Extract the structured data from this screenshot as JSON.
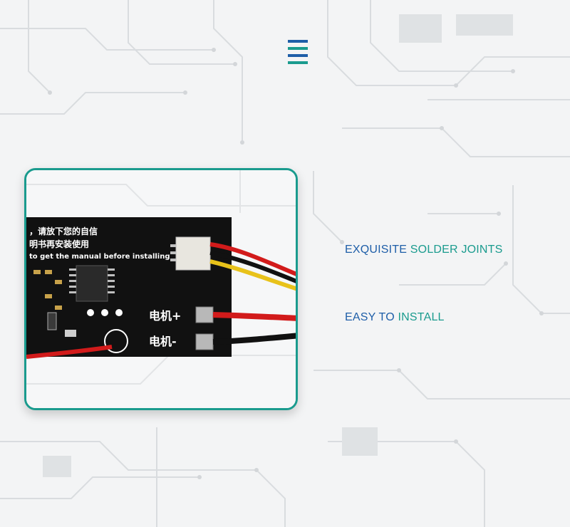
{
  "colors": {
    "background": "#f3f4f5",
    "accent_teal": "#1a9b8e",
    "accent_blue": "#1e5ea8",
    "pcb_black": "#111111"
  },
  "menu_icon": {
    "name": "hamburger-icon",
    "bar_colors": [
      "#1e5ea8",
      "#1a9b8e",
      "#1e5ea8",
      "#1a9b8e"
    ]
  },
  "pcb": {
    "silk_line1": "，请放下您的自信",
    "silk_line2": "明书再安装使用",
    "silk_line3": "to get the manual before installing",
    "motor_plus": "电机+",
    "motor_minus": "电机-"
  },
  "features": [
    {
      "part1": "EXQUISITE ",
      "part2": "SOLDER JOINTS"
    },
    {
      "part1": "EASY TO ",
      "part2": "INSTALL"
    }
  ]
}
